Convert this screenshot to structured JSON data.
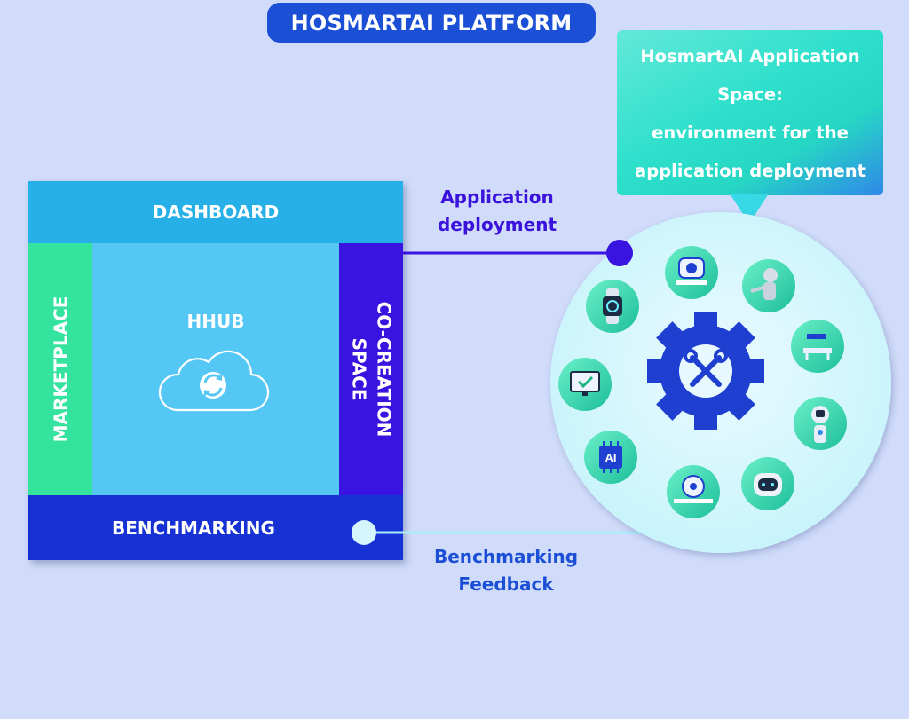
{
  "header": {
    "title": "HOSMARTAI PLATFORM"
  },
  "callout": {
    "lines": [
      "HosmartAI Application",
      "Space:",
      "environment for the",
      "application deployment"
    ]
  },
  "platform": {
    "dashboard": "DASHBOARD",
    "marketplace": "MARKETPLACE",
    "hhub": "HHUB",
    "cocreation_line1": "CO-CREATION",
    "cocreation_line2": "SPACE",
    "benchmarking": "BENCHMARKING"
  },
  "connections": {
    "app_deploy_line1": "Application",
    "app_deploy_line2": "deployment",
    "bench_line1": "Benchmarking",
    "bench_line2": "Feedback"
  },
  "hub": {
    "center_icon": "tools-gear-icon",
    "ai_chip_text": "AI",
    "icons": [
      "mri-scanner-icon",
      "robot-assistant-icon",
      "surgical-bed-icon",
      "service-robot-icon",
      "companion-robot-icon",
      "ct-scanner-icon",
      "ai-chip-icon",
      "monitor-check-icon",
      "smartwatch-icon"
    ]
  },
  "colors": {
    "background": "#d1dcfa",
    "title": "#1a4fd6",
    "dashboard": "#27b0e8",
    "marketplace": "#33e39e",
    "hhub": "#55c7f4",
    "cocreation": "#3913e0",
    "benchmarking": "#1632d4",
    "gear": "#1f3fd0"
  }
}
